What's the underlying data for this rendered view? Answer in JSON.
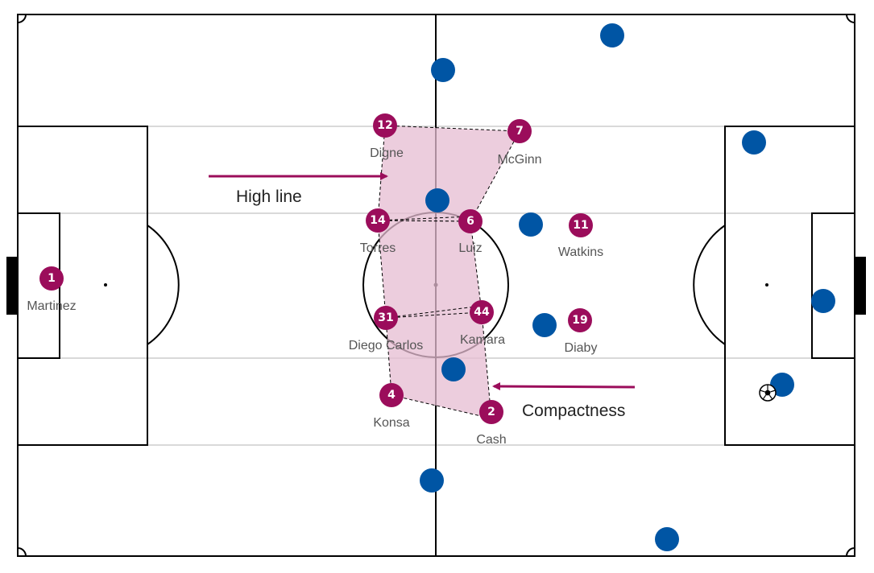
{
  "colors": {
    "home": "#9b0d5b",
    "away": "#0055a4",
    "shape_fill": "#e6bcd2",
    "arrow": "#9b0d5b"
  },
  "annotations": {
    "high_line": "High line",
    "compactness": "Compactness"
  },
  "home_players": [
    {
      "number": "1",
      "name": "Martinez"
    },
    {
      "number": "12",
      "name": "Digne"
    },
    {
      "number": "7",
      "name": "McGinn"
    },
    {
      "number": "14",
      "name": "Torres"
    },
    {
      "number": "6",
      "name": "Luiz"
    },
    {
      "number": "11",
      "name": "Watkins"
    },
    {
      "number": "31",
      "name": "Diego Carlos"
    },
    {
      "number": "44",
      "name": "Kamara"
    },
    {
      "number": "19",
      "name": "Diaby"
    },
    {
      "number": "4",
      "name": "Konsa"
    },
    {
      "number": "2",
      "name": "Cash"
    }
  ],
  "away_player_count": 11,
  "ball_icon": "football-icon"
}
